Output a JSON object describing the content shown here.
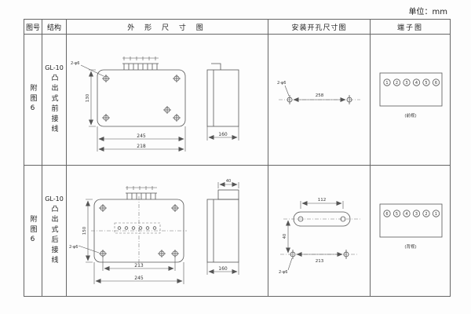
{
  "page": {
    "unit_label": "单位：mm"
  },
  "table": {
    "headers": {
      "fig_no": "图号",
      "structure": "结构",
      "outline": "外 形 尺 寸 图",
      "install": "安装开孔尺寸图",
      "terminal": "端子图"
    },
    "rows": [
      {
        "fig_no": "附图6",
        "structure_model": "GL-10",
        "structure_type": "凸出式前接线",
        "outline": {
          "dim_upper": "245",
          "dim_lower": "218",
          "height_dim": "130",
          "side_width_dim": "160",
          "hole_label": "2-φ6"
        },
        "install": {
          "span_dim": "258",
          "hole_label": "2-φ6"
        },
        "terminal": {
          "numbers": [
            "1",
            "2",
            "3",
            "4",
            "5",
            "6"
          ],
          "view_label": "(前视)"
        }
      },
      {
        "fig_no": "附图6",
        "structure_model": "GL-10",
        "structure_type": "凸出式后接线",
        "outline": {
          "dim_upper": "213",
          "dim_lower": "245",
          "height_dim": "150",
          "side_top_dim": "40",
          "side_width_dim": "160",
          "hole_label": "2-φ6"
        },
        "install": {
          "top_dim": "112",
          "bottom_dim": "213",
          "height_dim": "40",
          "hole_label": "2-φ6"
        },
        "terminal": {
          "numbers": [
            "6",
            "5",
            "4",
            "3",
            "2",
            "1"
          ],
          "view_label": "(背视)"
        }
      }
    ]
  }
}
